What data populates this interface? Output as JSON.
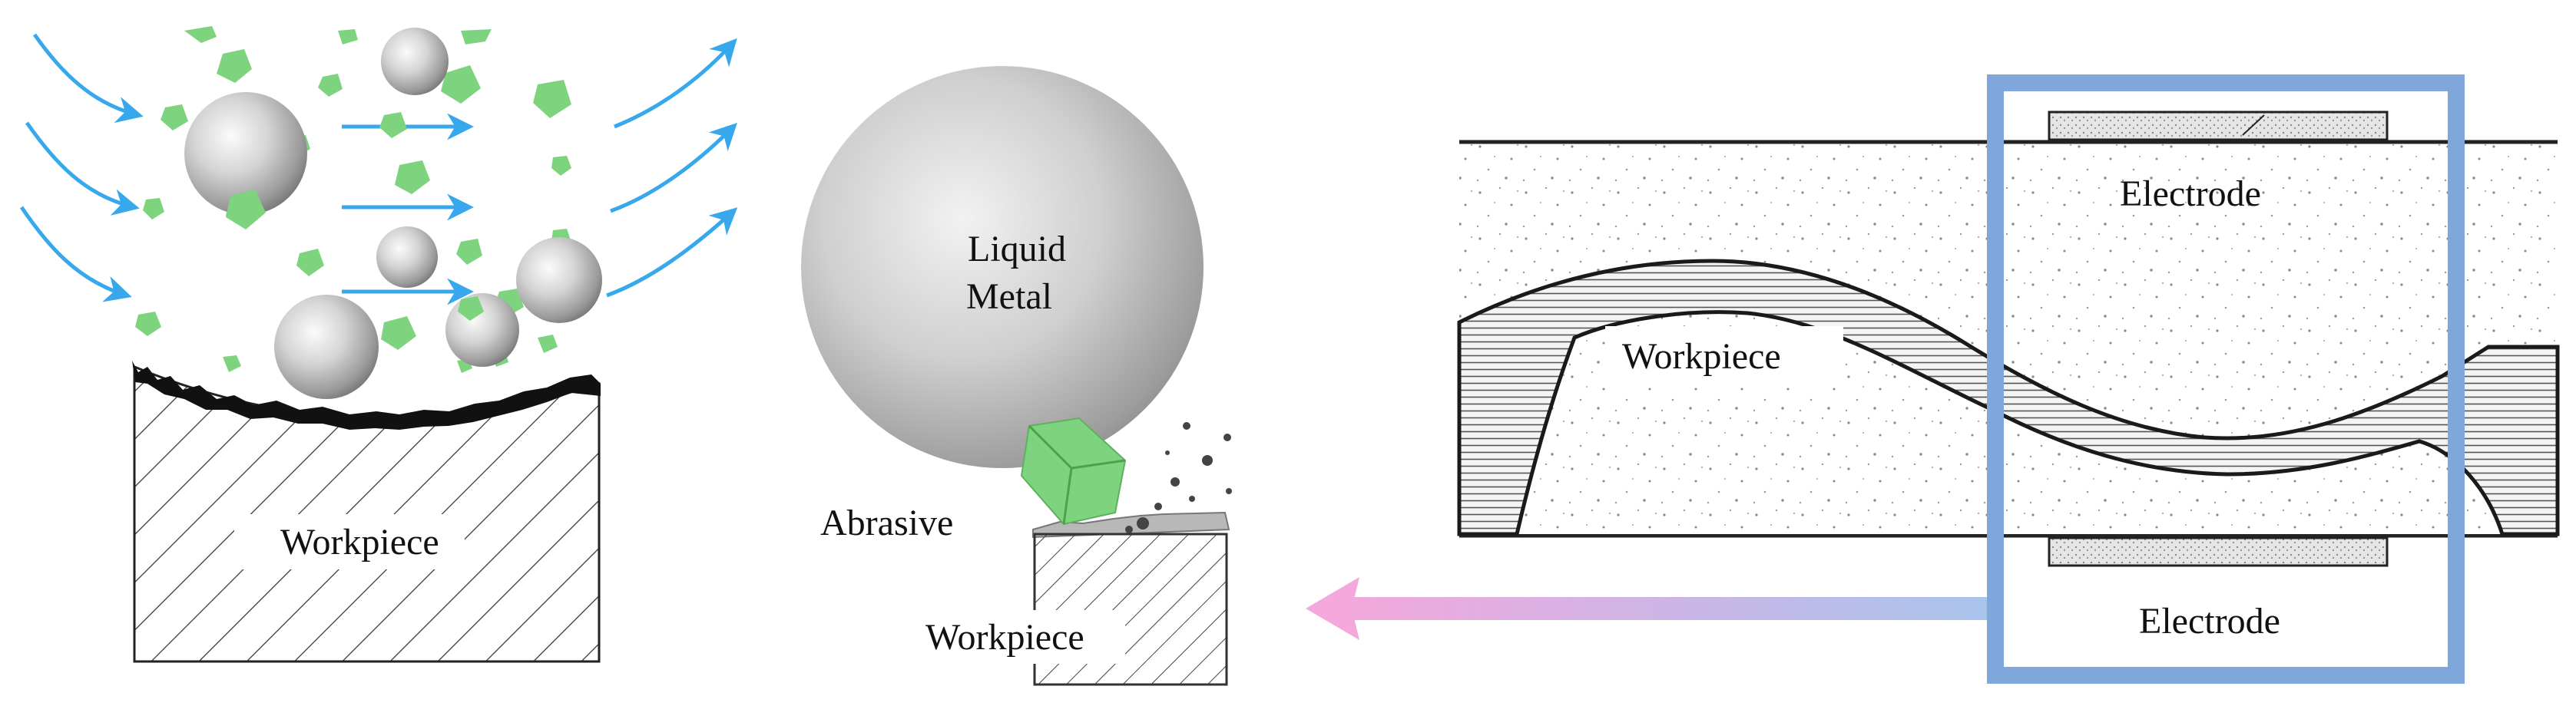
{
  "panel_left": {
    "workpiece_label": "Workpiece"
  },
  "panel_middle": {
    "sphere_label_line1": "Liquid",
    "sphere_label_line2": "Metal",
    "abrasive_label": "Abrasive",
    "workpiece_label": "Workpiece"
  },
  "panel_right": {
    "top_electrode_label": "Electrode",
    "bottom_electrode_label": "Electrode",
    "workpiece_label": "Workpiece"
  },
  "colors": {
    "flow_arrow": "#38a8ec",
    "abrasive_particle": "#7ed37e",
    "highlight_frame": "#7fa7dc",
    "gradient_arrow_start": "#f4a8dc",
    "gradient_arrow_end": "#a8c4ec",
    "workpiece_edge": "#1a1a1a"
  }
}
